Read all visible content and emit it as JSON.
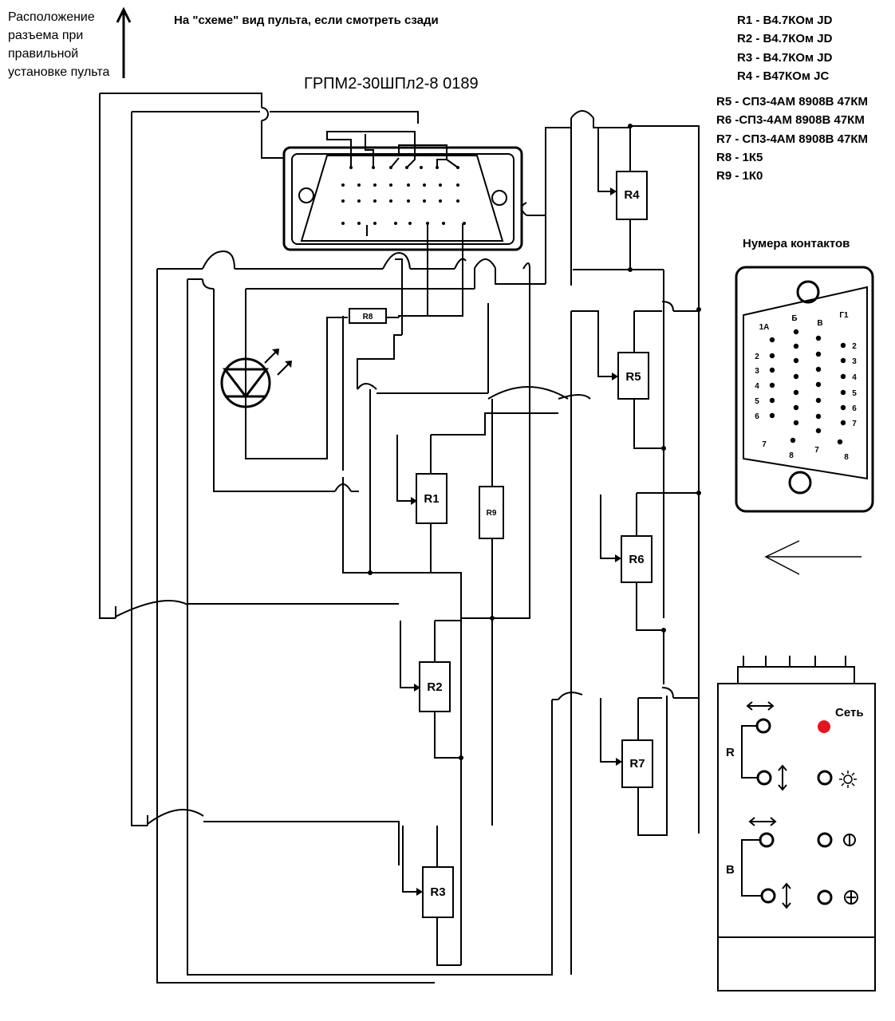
{
  "note_top_left": [
    "Расположение",
    "разъема при",
    "правильной",
    "установке пульта"
  ],
  "top_caption": "На \"схеме\" вид пульта, если смотреть сзади",
  "connector_title": "ГРПМ2-30ШПл2-8 0189",
  "legend": [
    "R1 - В4.7КОм JD",
    "R2 - В4.7КОм JD",
    "R3 - В4.7КОм JD",
    "R4 - В47КОм JC",
    "R5 - СП3-4АМ 8908В 47КМ",
    "R6 -СП3-4АМ 8908В 47КМ",
    "R7 - СП3-4АМ 8908В 47КМ",
    "R8 - 1К5",
    "R9 - 1К0"
  ],
  "contacts_title": "Нумера контактов",
  "resistors": {
    "r1": "R1",
    "r2": "R2",
    "r3": "R3",
    "r4": "R4",
    "r5": "R5",
    "r6": "R6",
    "r7": "R7",
    "r8": "R8",
    "r9": "R9"
  },
  "contact_map": {
    "col_headers": [
      "1А",
      "Б",
      "В",
      "Г1"
    ],
    "left_numbers": [
      "2",
      "3",
      "4",
      "5",
      "6",
      "7"
    ],
    "right_numbers": [
      "2",
      "3",
      "4",
      "5",
      "6",
      "7"
    ],
    "bottom_numbers": [
      "8",
      "7",
      "8"
    ]
  },
  "panel": {
    "power_label": "Сеть",
    "group_r": "R",
    "group_b": "В"
  },
  "colors": {
    "power_led": "#e8141b",
    "wire": "#000000",
    "crossing": "#8a8a8a"
  }
}
